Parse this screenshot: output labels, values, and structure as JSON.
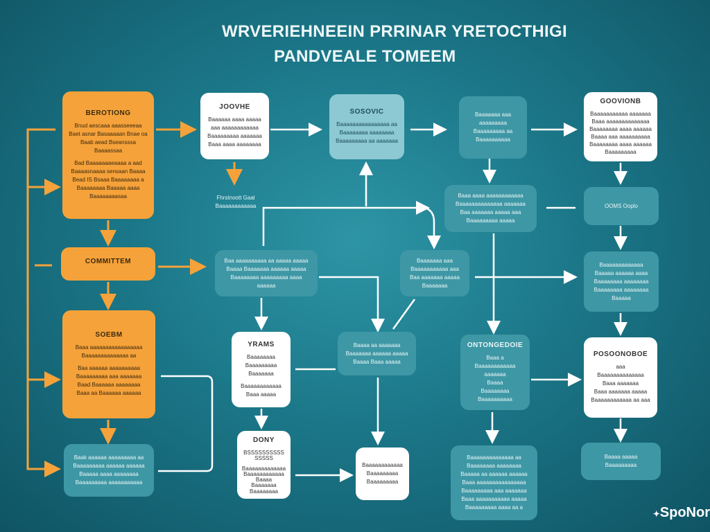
{
  "title": {
    "line1": "WRVERIEHNEEIN PRRINAR YRETOCTHIGI",
    "line2": "PANDVEALE TOMEEM"
  },
  "boxes": [
    {
      "id": "o1",
      "title": "BEROTIONG",
      "lines": [
        "Bnud aescaaa aaasseeeaa",
        "Baet asnar Basaaaaan Bnae oa",
        "Baab aead Bseansssa",
        "Baaaassaa",
        "",
        "Bad Baaaaaaaeaaaa a aad",
        "Baaaasnaaaa sensaan Baaaa",
        "Bead IS Bsaaa Baaaaaaaa a",
        "Baaaaaaaa Baaaaa aaaa",
        "Baaaaaaaasaa"
      ]
    },
    {
      "id": "o2",
      "title": "COMMITTEM",
      "lines": []
    },
    {
      "id": "o3",
      "title": "SOEBM",
      "lines": [
        "Baaa aaaaaaaaaaaaaaaaa",
        "Baaaaaaaaaaaaaa aa",
        "",
        "Baa aaaaaa aaaaaaaaaa",
        "Baaaaaaaaa aaa aaaaaaa",
        "Baad Baaaaaa aaaaaaaa",
        "Baaa aa Baaaaaa aaaaaa"
      ]
    },
    {
      "id": "t1",
      "title": "",
      "lines": [
        "Baak aaaaaa aaaaaaaaa aa",
        "Baaaaaaaaa aaaaaa aaaaaa",
        "Baaaaa aaaa aaaaaaaa",
        "Baaaaaaaaa aaaaaaaaaaa"
      ]
    },
    {
      "id": "w1",
      "title": "JOOVHE",
      "lines": [
        "Baaaaaa aaaa aaaaa",
        "aaa aaaaaaaaaaaa",
        "Baaaaaaaaa aaaaaaa",
        "Baaa aaaa aaaaaaaa"
      ]
    },
    {
      "id": "lt1",
      "title": "SOSOVIC",
      "lines": [
        "Baaaaaaaaaaaaaaaa aa",
        "Baaaaaaaa aaaaaaaa",
        "Baaaaaaaaa aa aaaaaaa"
      ]
    },
    {
      "id": "t2",
      "title": "",
      "lines": [
        "Baaaaaaa aaa",
        "aaaaaaaaa",
        "Baaaaaaaaa aa",
        "Baaaaaaaaaa"
      ]
    },
    {
      "id": "w2",
      "title": "GOOVIONB",
      "lines": [
        "Baaaaaaaaaaa aaaaaaa",
        "Baaa aaaaaaaaaaaaaa",
        "Baaaaaaaa aaaa aaaaaa",
        "Baaaa aaa aaaaaaaaaa",
        "Baaaaaaaa aaaa aaaaaa",
        "Baaaaaaaaa"
      ]
    },
    {
      "id": "t3",
      "title": "",
      "lines": [
        "Baaa aaaa aaaaaaaaaaaa",
        "Baaaaaaaaaaaaaa aaaaaaa",
        "Baa aaaaaaa aaaaa aaa",
        "Baaaaaaaaa aaaaa"
      ]
    },
    {
      "id": "t4",
      "title": "",
      "lines": [
        "OOMS Ooplo"
      ]
    },
    {
      "id": "t5",
      "title": "",
      "lines": [
        "Baa aaaaaaaaaa aa aaaaa aaaaa",
        "Baaaa Baaaaaaa aaaaaa aaaaa",
        "Baaaaaaaa aaaaaaaaa aaaa",
        "aaaaaa"
      ]
    },
    {
      "id": "t6",
      "title": "",
      "lines": [
        "Baaaaaaa aaa",
        "Baaaaaaaaaaa aaa",
        "Baa aaaaaaa aaaaa",
        "Baaaaaaa"
      ]
    },
    {
      "id": "t7",
      "title": "",
      "lines": [
        "Baaaaaaaaaaaaa",
        "Baaaaa aaaaaa aaaa",
        "Baaaaaaaa aaaaaaaa",
        "Baaaaaaaa aaaaaaaa",
        "Baaaaa"
      ]
    },
    {
      "id": "w3",
      "title": "YRAMS",
      "lines": [
        "Baaaaaaaa",
        "Baaaaaaaaa",
        "Baaaaaaa",
        "",
        "Baaaaaaaaaaaa",
        "Baaa aaaaa"
      ]
    },
    {
      "id": "t8",
      "title": "",
      "lines": [
        "Baaaa aa aaaaaaa",
        "Baaaaaaa aaaaaa aaaaa",
        "Baaaa Baaa aaaaa"
      ]
    },
    {
      "id": "t9",
      "title": "ONTONGEDOIE",
      "lines": [
        "Baaa a",
        "Baaaaaaaaaaaa",
        "aaaaaaa",
        "Baaaa",
        "Baaaaaaaa",
        "Baaaaaaaaaa"
      ]
    },
    {
      "id": "w4",
      "title": "POSOONOBOE",
      "lines": [
        "aaa",
        "Baaaaaaaaaaaaaa",
        "Baaa aaaaaaa",
        "Baaa aaaaaaa aaaaa",
        "Baaaaaaaaaaaa aa aaa"
      ]
    },
    {
      "id": "w5",
      "title": "DONY",
      "lines": [
        "BSSSSSSSSSS",
        "SSSSS",
        "",
        "Baaaaaaaaaaaaa",
        "Baaaaaaaaaaaa",
        "Baaaa",
        "Baaaaaaa",
        "Baaaaaaaa"
      ]
    },
    {
      "id": "w6",
      "title": "",
      "lines": [
        "Baaaaaaaaaaaa",
        "Baaaaaaaaa",
        "Baaaaaaaaa"
      ]
    },
    {
      "id": "t10",
      "title": "",
      "lines": [
        "Baaaaaaaaaaaaaa aa",
        "Baaaaaaaa aaaaaaaa",
        "Baaaaa aa aaaaaa aaaaaa",
        "Baaa aaaaaaaaaaaaaaaa",
        "Baaaaaaaaa aaa aaaaaaa",
        "Baaa aaaaaaaaaaa aaaaa",
        "Baaaaaaaaa aaaa aa a"
      ]
    },
    {
      "id": "t11",
      "title": "",
      "lines": [
        "Baaaa aaaaa",
        "Baaaaaaaaa"
      ]
    }
  ],
  "labels": {
    "annotation": [
      "Fhrstnoott Gaal",
      "Baaaaaaaaaaaa"
    ],
    "brand": "SpoNor"
  }
}
